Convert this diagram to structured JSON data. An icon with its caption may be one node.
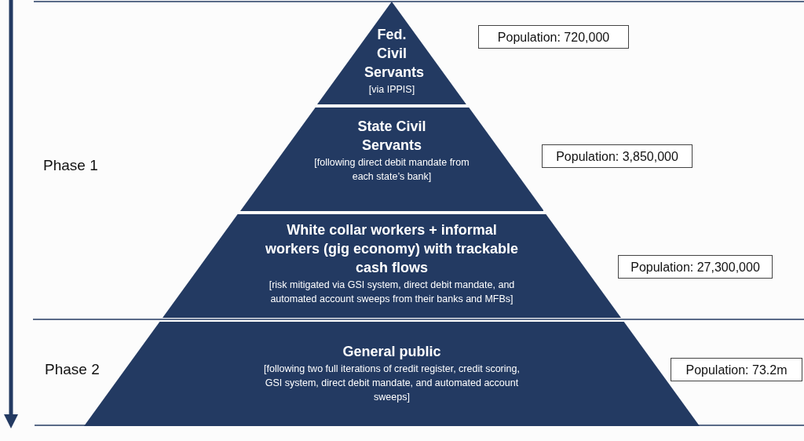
{
  "diagram": {
    "nodes": [
      {
        "text": [
          "Fed. Civil Servants",
          "[via IPPIS]"
        ]
      },
      {
        "text": [
          "State Civil Servants",
          "[following direct debit mandate from each state’s bank]"
        ]
      },
      {
        "text": [
          "White collar workers + informal workers (gig economy) with trackable cash flows",
          "[risk mitigated via GSI system, direct debit mandate, and automated account sweeps from their banks and MFBs]"
        ]
      },
      {
        "text": [
          "General public",
          "[following two full iterations of credit register, credit scoring, GSI system, direct debit mandate, and automated account sweeps]"
        ]
      },
      {
        "text": [
          "Population: 720,000"
        ]
      },
      {
        "text": [
          "Population: 3,850,000"
        ]
      },
      {
        "text": [
          "Population: 27,300,000"
        ]
      },
      {
        "text": [
          "Population: 73.2m"
        ]
      }
    ],
    "labels": [
      "Phase 1",
      "Phase 2"
    ]
  }
}
